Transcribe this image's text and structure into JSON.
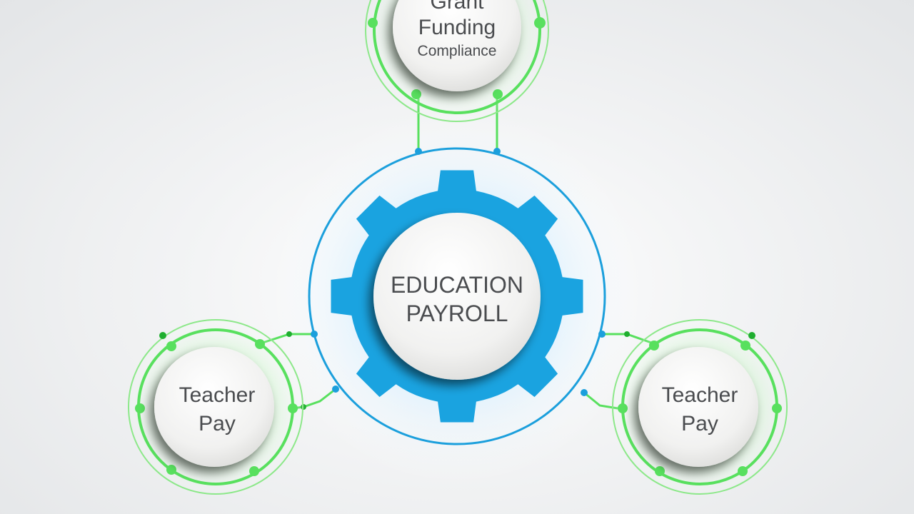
{
  "center": {
    "line1": "EDUCATION",
    "line2": "PAYROLL"
  },
  "nodes": [
    {
      "id": "top",
      "lines": [
        "Grant",
        "Funding",
        "Compliance"
      ]
    },
    {
      "id": "left",
      "lines": [
        "Teacher",
        "Pay"
      ]
    },
    {
      "id": "right",
      "lines": [
        "Teacher",
        "Pay"
      ]
    }
  ],
  "colors": {
    "gear": "#1aa3e0",
    "ring": "#1b9fdc",
    "connector": "#58e05e",
    "connector_dark": "#1fae2f",
    "text": "#4a4c4f",
    "disc": "#f2f2f1"
  }
}
